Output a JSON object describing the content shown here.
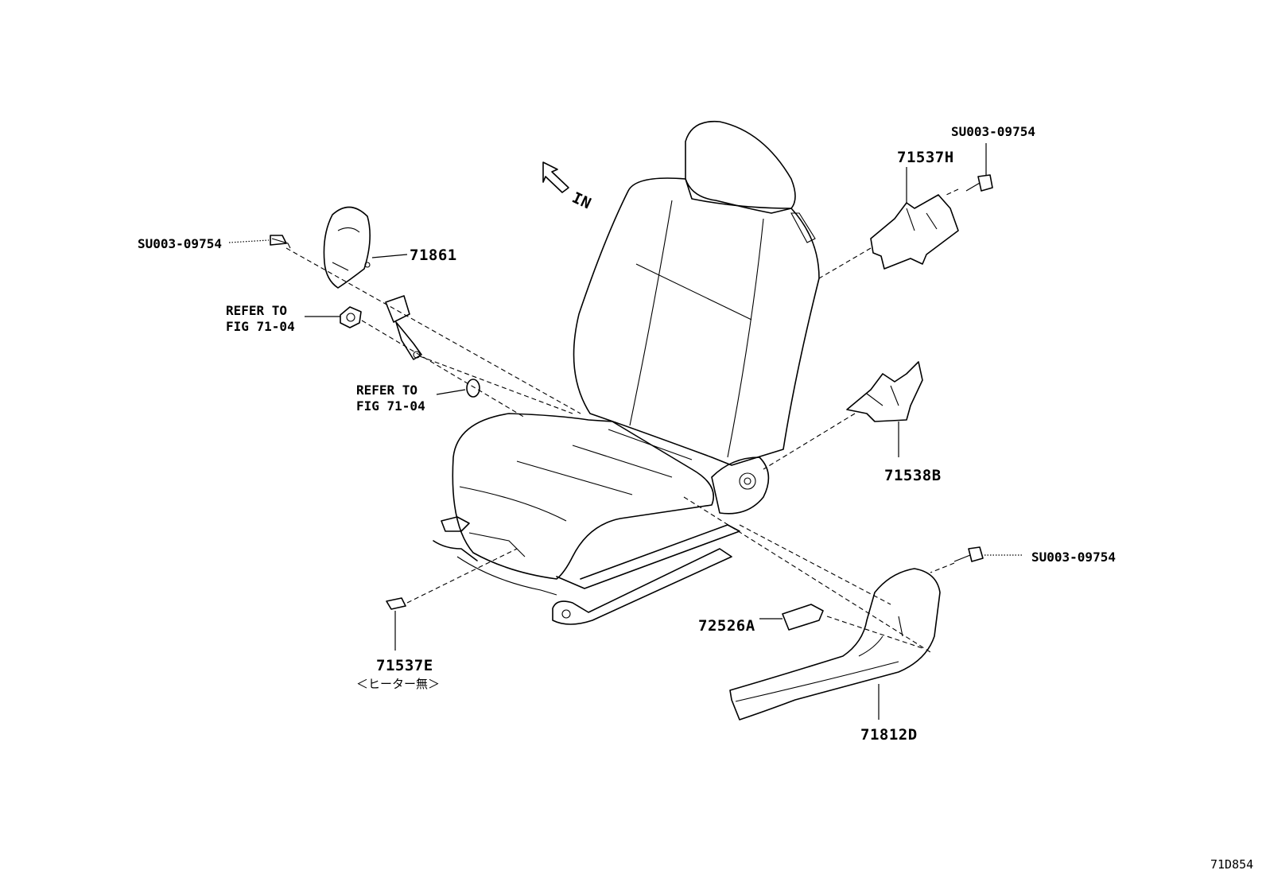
{
  "diagram": {
    "direction_label": "IN",
    "figure_code": "71D854",
    "labels": {
      "su_left": "SU003-09754",
      "su_top_right": "SU003-09754",
      "su_right": "SU003-09754",
      "p71861": "71861",
      "p71537H": "71537H",
      "p71538B": "71538B",
      "p72526A": "72526A",
      "p71812D": "71812D",
      "p71537E": "71537E",
      "p71537E_note": "＜ヒーター無＞",
      "refer1_line1": "REFER TO",
      "refer1_line2": "FIG 71-04",
      "refer2_line1": "REFER TO",
      "refer2_line2": "FIG 71-04"
    }
  }
}
